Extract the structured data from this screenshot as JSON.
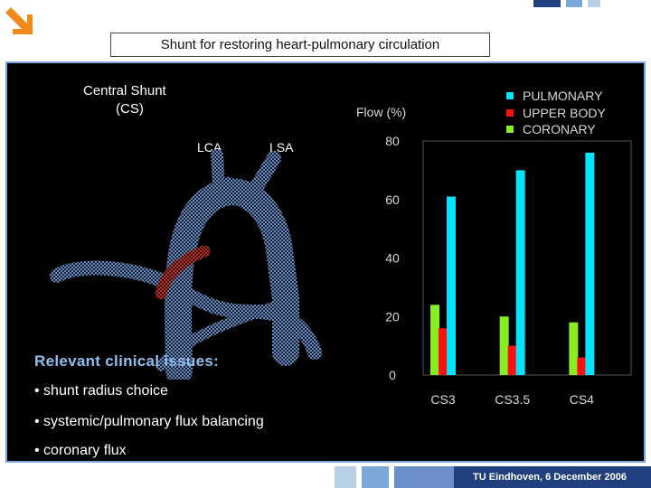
{
  "slide": {
    "title": "Shunt for restoring heart-pulmonary circulation",
    "footer": "TU Eindhoven, 6 December 2006"
  },
  "diagram": {
    "title_line1": "Central Shunt",
    "title_line2": "(CS)",
    "label_lca": "LCA",
    "label_lsa": "LSA"
  },
  "clinical": {
    "heading": "Relevant clinical issues:",
    "items": [
      "• shunt radius choice",
      "• systemic/pulmonary flux balancing",
      "• coronary flux"
    ]
  },
  "chart_data": {
    "type": "bar",
    "ylabel": "Flow (%)",
    "categories": [
      "CS3",
      "CS3.5",
      "CS4"
    ],
    "ylim": [
      0,
      80
    ],
    "yticks": [
      "80",
      "60",
      "40",
      "20",
      "0"
    ],
    "legend_position": "top-right",
    "series": [
      {
        "name": "PULMONARY",
        "color": "#00e5ff",
        "values": [
          61,
          70,
          76
        ]
      },
      {
        "name": "UPPER BODY",
        "color": "#ff1010",
        "values": [
          16,
          10,
          6
        ]
      },
      {
        "name": "CORONARY",
        "color": "#88ee22",
        "values": [
          24,
          20,
          18
        ]
      }
    ]
  },
  "colors": {
    "logo_orange": "#f08a1c",
    "panel_border": "#7aa8d8",
    "footer_dark": "#1f3f7f",
    "vessel_blue": "#7b9fe0",
    "shunt_red": "#e0392c"
  }
}
